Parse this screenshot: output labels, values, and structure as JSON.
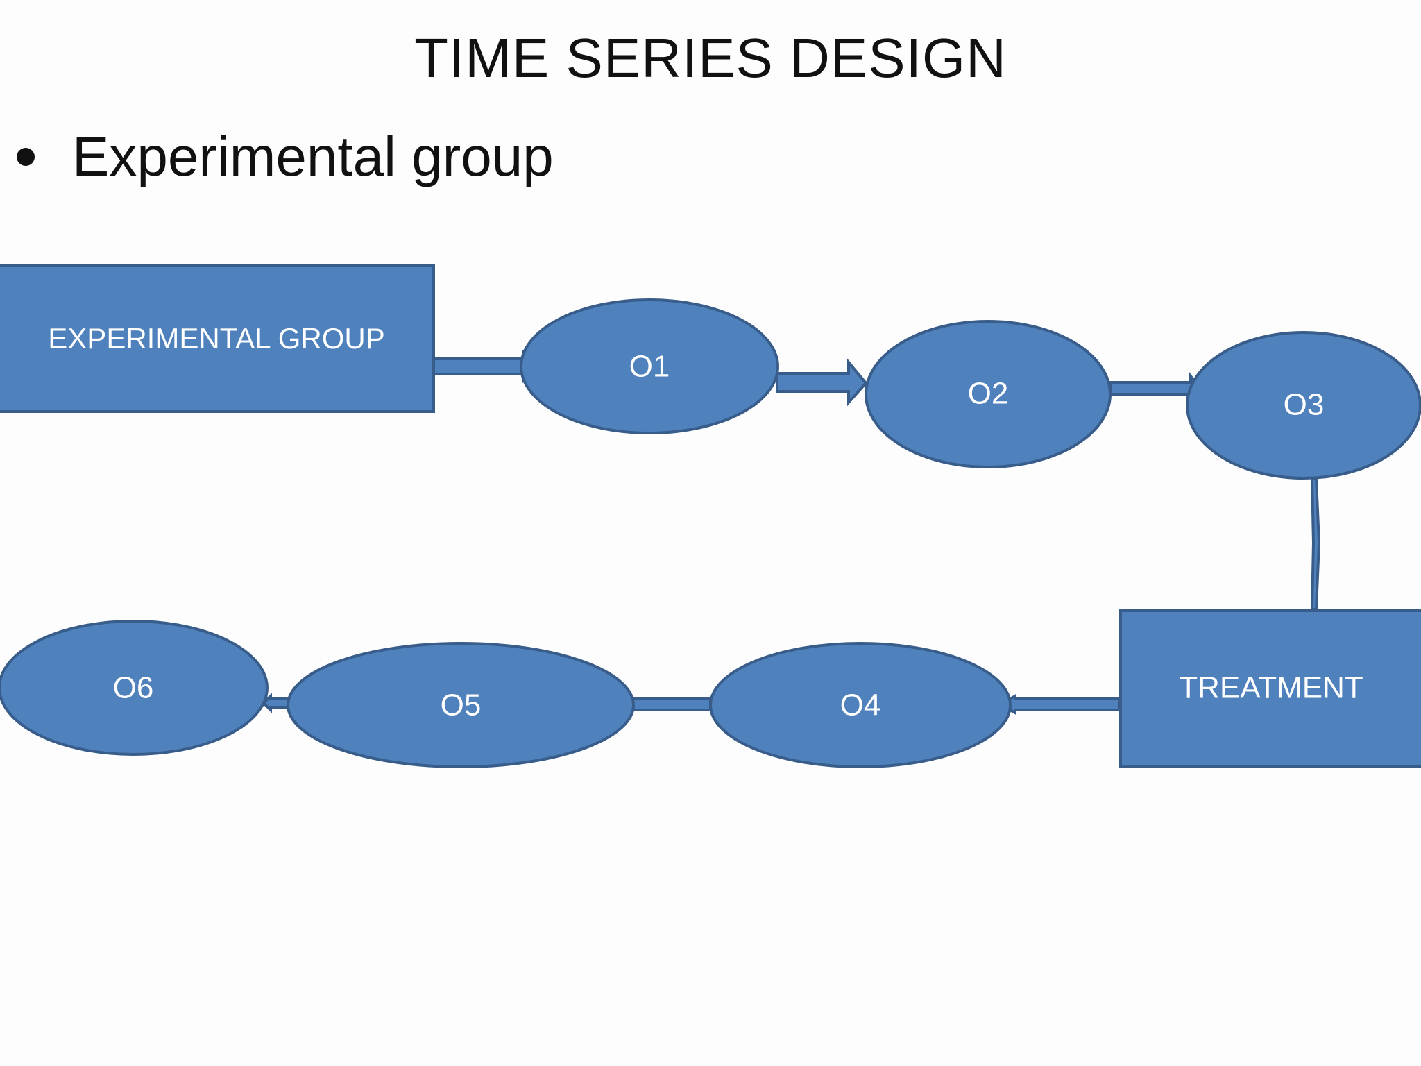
{
  "title": "TIME SERIES DESIGN",
  "bullet": "Experimental group",
  "colors": {
    "fill": "#4f81bd",
    "stroke": "#385d8a",
    "text": "#ffffff"
  },
  "nodes": {
    "experimental_group": "EXPERIMENTAL GROUP",
    "o1": "O1",
    "o2": "O2",
    "o3": "O3",
    "treatment": "TREATMENT",
    "o4": "O4",
    "o5": "O5",
    "o6": "O6"
  },
  "edges": [
    {
      "from": "EXPERIMENTAL GROUP",
      "to": "O1"
    },
    {
      "from": "O1",
      "to": "O2"
    },
    {
      "from": "O2",
      "to": "O3"
    },
    {
      "from": "O3",
      "to": "TREATMENT"
    },
    {
      "from": "TREATMENT",
      "to": "O4"
    },
    {
      "from": "O4",
      "to": "O5"
    },
    {
      "from": "O5",
      "to": "O6"
    }
  ]
}
